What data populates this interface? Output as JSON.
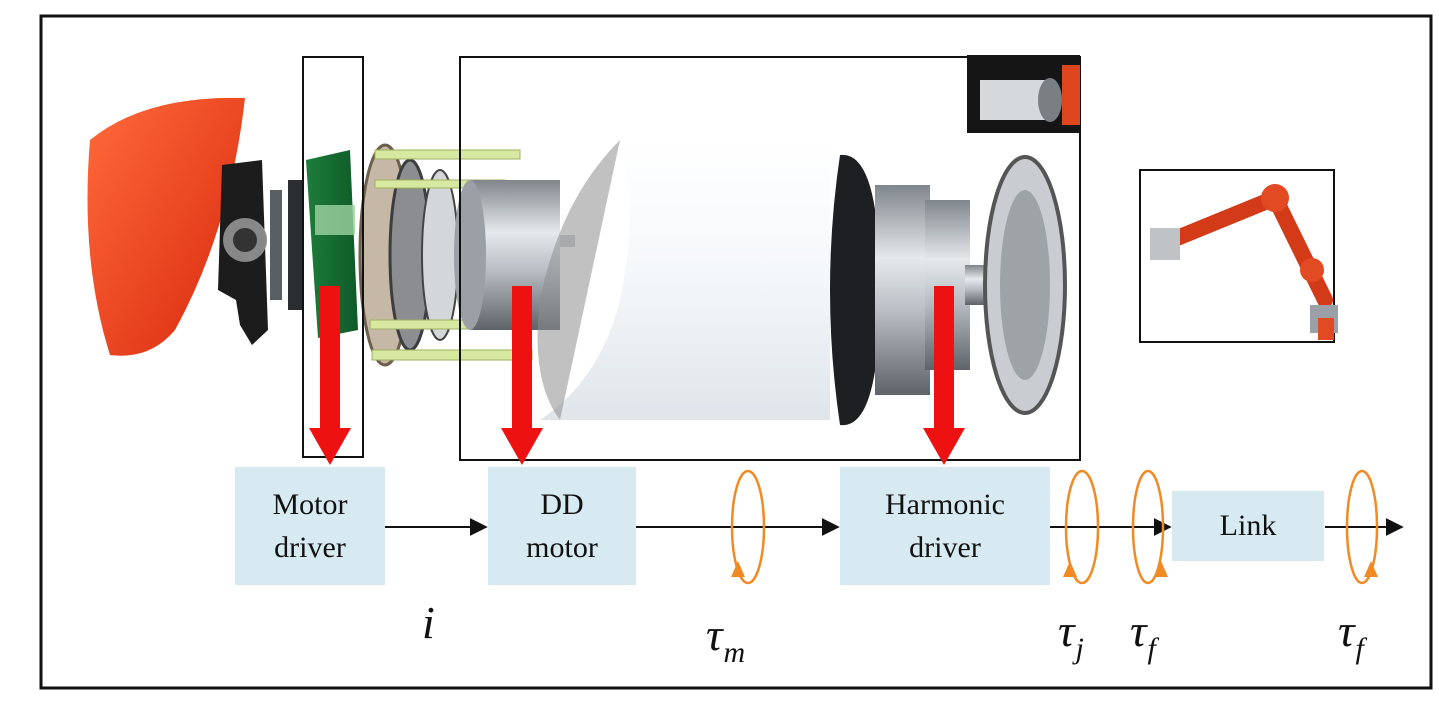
{
  "colors": {
    "block_fill": "#d7e9f1",
    "arrow_red": "#ee1111",
    "torque_orange": "#f08a24",
    "cover_red": "#f0401e",
    "motor_silver": "#b9bec3",
    "frame": "#111111"
  },
  "blocks": {
    "motor_driver": {
      "line1": "Motor",
      "line2": "driver"
    },
    "dd_motor": {
      "line1": "DD",
      "line2": "motor"
    },
    "harmonic_driver": {
      "line1": "Harmonic",
      "line2": "driver"
    },
    "link": {
      "line1": "Link"
    }
  },
  "signals": {
    "current": "i",
    "tau": "τ",
    "sub_m": "m",
    "sub_j": "j",
    "sub_f": "f"
  }
}
